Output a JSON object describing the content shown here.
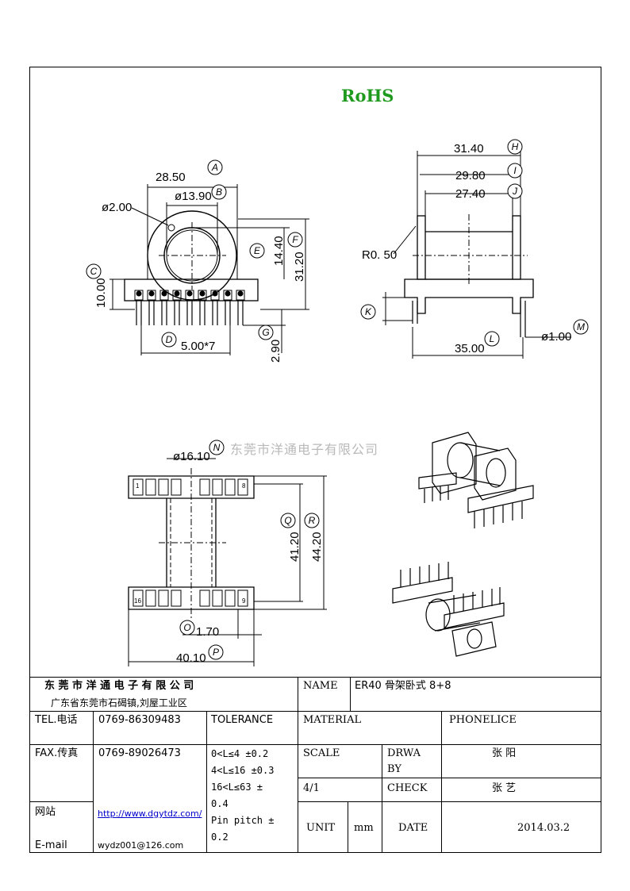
{
  "header": {
    "rohs": "RoHS"
  },
  "watermark": "东莞市洋通电子有限公司",
  "dimensions": {
    "d_28_50": "28.50",
    "d_phi13_90": "ø13.90",
    "d_phi2_00": "ø2.00",
    "d_14_40": "14.40",
    "d_31_20": "31.20",
    "d_10_00": "10.00",
    "d_5x7": "5.00*7",
    "d_2_90": "2.90",
    "d_31_40": "31.40",
    "d_29_80": "29.80",
    "d_27_40": "27.40",
    "d_r0_50": "R0. 50",
    "d_35_00": "35.00",
    "d_phi1_00": "ø1.00",
    "d_phi16_10": "ø16.10",
    "d_41_20": "41.20",
    "d_44_20": "44.20",
    "d_1_70": "1.70",
    "d_40_10": "40.10",
    "pin_1": "1",
    "pin_8": "8",
    "pin_16": "16",
    "pin_9": "9"
  },
  "markers": [
    "A",
    "B",
    "C",
    "D",
    "E",
    "F",
    "G",
    "H",
    "I",
    "J",
    "K",
    "L",
    "M",
    "N",
    "O",
    "P",
    "Q",
    "R"
  ],
  "title_block": {
    "company": "东 莞 市 洋 通 电 子 有 限 公 司",
    "address": "广东省东莞市石碣镇,刘屋工业区",
    "name_label": "NAME",
    "name_value": "ER40 骨架卧式 8+8",
    "tel_label": "TEL.电话",
    "tel_value": "0769-86309483",
    "tolerance_label": "TOLERANCE",
    "material_label": "MATERIAL",
    "material_value": "PHONELICE",
    "fax_label": "FAX.传真",
    "fax_value": "0769-89026473",
    "tolerance_lines": [
      "0<L≤4   ±0.2",
      "4<L≤16  ±0.3",
      "16<L≤63  ±",
      "0.4",
      "Pin pitch  ±",
      "0.2"
    ],
    "scale_label": "SCALE",
    "scale_value": "4/1",
    "drawn_label_1": "DRWA",
    "drawn_label_2": "BY",
    "drawn_value": "张  阳",
    "check_label": "CHECK",
    "check_value": "张  艺",
    "web_label": "网站",
    "web_value": "http://www.dgytdz.com/",
    "email_label": "E-mail",
    "email_value": "wydz001@126.com",
    "unit_label": "UNIT",
    "unit_value": "mm",
    "date_label": "DATE",
    "date_value": "2014.03.2"
  }
}
